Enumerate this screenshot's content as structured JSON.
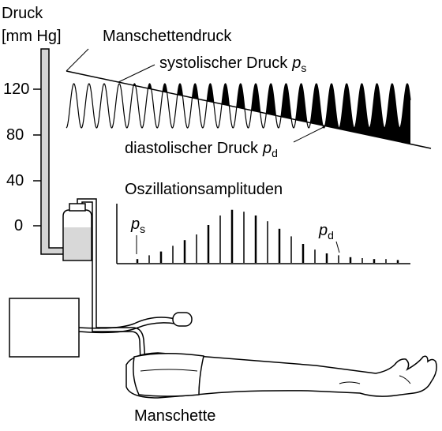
{
  "axis": {
    "title_line1": "Druck",
    "title_line2": "[mm Hg]",
    "ticks": [
      "120",
      "80",
      "40",
      "0"
    ],
    "tick_values": [
      120,
      80,
      40,
      0
    ]
  },
  "labels": {
    "cuff_pressure": "Manschettendruck",
    "systolic": "systolischer Druck",
    "diastolic": "diastolischer Druck",
    "oscillation_amplitudes": "Oszillationsamplituden",
    "cuff": "Manschette",
    "p_symbol": "p",
    "sub_s": "s",
    "sub_d": "d"
  },
  "oscillation_amplitudes": [
    2,
    4,
    6,
    9,
    12,
    15,
    20,
    25,
    28,
    27,
    25,
    22,
    18,
    14,
    10,
    7,
    5,
    4,
    3,
    2.5,
    2,
    2,
    1.5
  ],
  "colors": {
    "ink": "#000000",
    "tube_fill": "#d4d4d4",
    "reservoir_liquid": "#d8d8d8"
  }
}
